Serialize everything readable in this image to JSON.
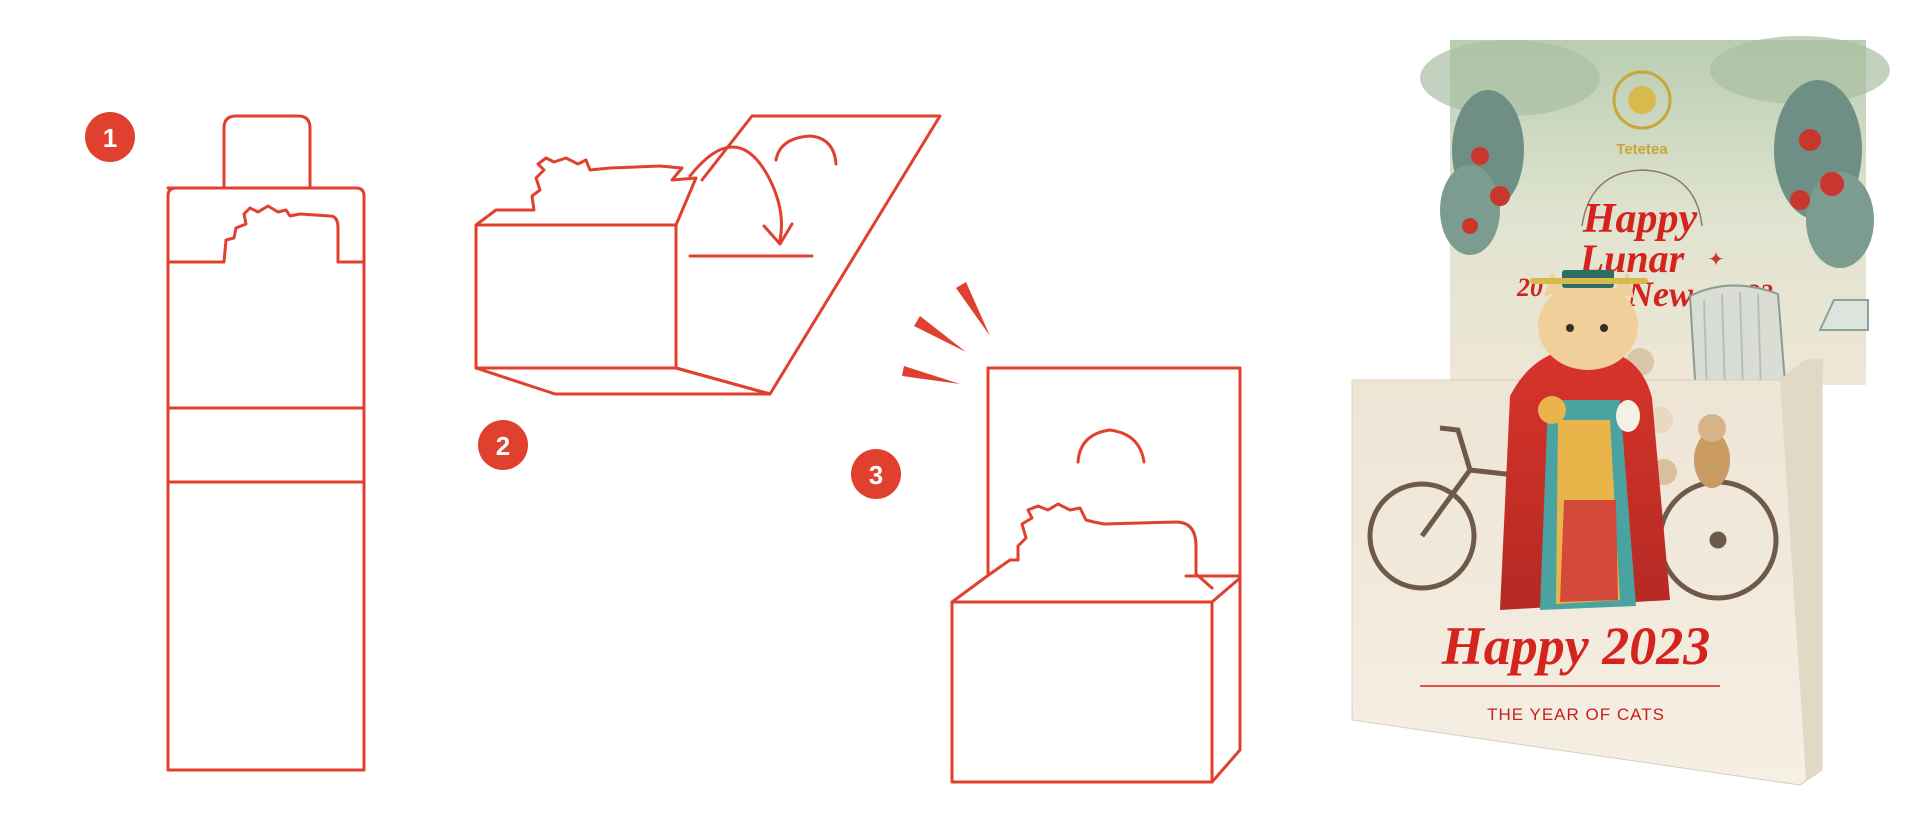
{
  "steps": [
    {
      "number": "1"
    },
    {
      "number": "2"
    },
    {
      "number": "3"
    }
  ],
  "card": {
    "brand": "Tetetea",
    "header_line1": "Happy",
    "header_line2": "Lunar",
    "header_line3": "New",
    "year_left": "20",
    "year_right": "23",
    "main_greeting": "Happy 2023",
    "subtitle": "THE YEAR OF CATS"
  },
  "colors": {
    "diagram_line": "#e0412f",
    "badge": "#e0412f",
    "card_red": "#d5231e",
    "card_background": "#efe8dc"
  }
}
